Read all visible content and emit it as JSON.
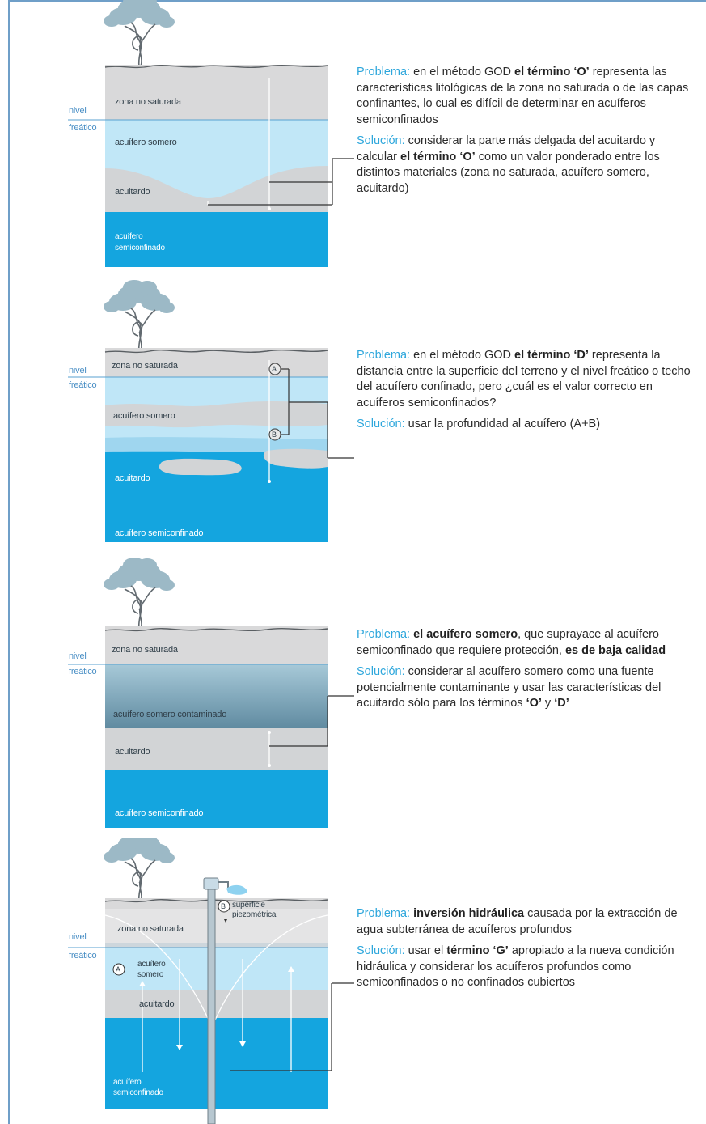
{
  "colors": {
    "unsat": "#d9d9da",
    "shallow": "#bfe6f7",
    "aquitard": "#d2d4d6",
    "deep": "#14a5df",
    "accent": "#2ea7dc",
    "contaminated": "#5f8aa0"
  },
  "panels": [
    {
      "labels": {
        "nivel": "nivel",
        "freatico": "freático",
        "unsat": "zona no saturada",
        "shallow": "acuífero somero",
        "aquitard": "acuitardo",
        "deep1": "acuífero",
        "deep2": "semiconfinado"
      },
      "problema_label": "Problema:",
      "problema_pre": " en el método GOD ",
      "problema_bold": "el término ‘O’",
      "problema_post": " representa las características litológicas de la zona no saturada o de las capas confinantes, lo cual es difícil de determinar en acuíferos semiconfinados",
      "solucion_label": "Solución:",
      "solucion_pre": " considerar la parte más delgada del acuitardo y calcular ",
      "solucion_bold": "el término ‘O’",
      "solucion_post": " como un valor ponderado entre los distintos materiales (zona no saturada, acuífero somero, acuitardo)"
    },
    {
      "labels": {
        "nivel": "nivel",
        "freatico": "freático",
        "unsat": "zona no saturada",
        "shallow": "acuífero somero",
        "aquitard": "acuitardo",
        "deep": "acuífero semiconfinado",
        "markA": "A",
        "markB": "B"
      },
      "problema_label": "Problema:",
      "problema_pre": " en el método GOD ",
      "problema_bold": "el término ‘D’",
      "problema_post": " representa la distancia entre la superficie del terreno y el nivel freático o techo del acuífero confinado, pero ¿cuál es el valor correcto en acuíferos semiconfinados?",
      "solucion_label": "Solución:",
      "solucion_text": " usar la profundidad al acuífero (A+B)"
    },
    {
      "labels": {
        "nivel": "nivel",
        "freatico": "freático",
        "unsat": "zona no saturada",
        "shallow": "acuífero somero contaminado",
        "aquitard": "acuitardo",
        "deep": "acuífero semiconfinado"
      },
      "problema_label": "Problema:",
      "problema_bold1": " el acuífero somero",
      "problema_mid": ", que suprayace al acuífero semiconfinado que requiere protección, ",
      "problema_bold2": "es de baja calidad",
      "solucion_label": "Solución:",
      "solucion_pre": " considerar al acuífero somero como una fuente potencialmente contaminante y usar las características del acuitardo sólo para los términos ",
      "solucion_bold1": "‘O’",
      "solucion_mid": " y ",
      "solucion_bold2": "‘D’"
    },
    {
      "labels": {
        "nivel": "nivel",
        "freatico": "freático",
        "unsat": "zona no saturada",
        "shallow1": "acuífero",
        "shallow2": "somero",
        "aquitard": "acuitardo",
        "deep1": "acuífero",
        "deep2": "semiconfinado",
        "sup1": "superficie",
        "sup2": "piezométrica",
        "markA": "A",
        "markB": "B"
      },
      "problema_label": "Problema:",
      "problema_bold": " inversión hidráulica",
      "problema_post": " causada por la extracción de agua subterránea de acuíferos profundos",
      "solucion_label": "Solución:",
      "solucion_pre": " usar el ",
      "solucion_bold": "término ‘G’",
      "solucion_post": " apropiado a la nueva condición hidráulica y considerar los acuíferos profundos como semiconfinados o no confinados cubiertos"
    }
  ]
}
